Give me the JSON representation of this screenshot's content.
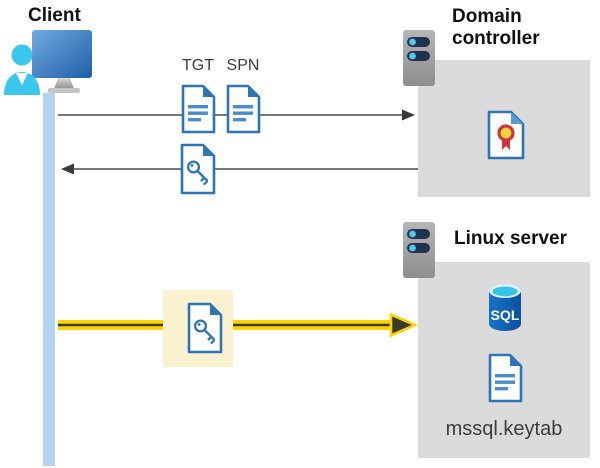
{
  "client": {
    "label": "Client",
    "icon": "user-workstation-icon"
  },
  "domain_controller": {
    "label": "Domain controller",
    "icon": "server-icon",
    "content_icon": "certificate-icon"
  },
  "linux_server": {
    "label": "Linux server",
    "icon": "server-icon",
    "sql_label": "SQL",
    "database_icon": "sql-database-icon",
    "keytab_icon": "document-icon",
    "keytab_filename": "mssql.keytab"
  },
  "tickets": {
    "tgt": "TGT",
    "spn": "SPN",
    "request_icon": "document-icon",
    "response_icon": "key-file-icon",
    "auth_icon": "key-file-icon"
  },
  "colors": {
    "doc_border_blue": "#2e75b6",
    "doc_line_blue": "#4a8ccc",
    "person_cyan": "#3bc7ec",
    "monitor_blue_light": "#71abe1",
    "monitor_blue_dark": "#1f5ea8",
    "lifeline_blue": "#b5d3f2",
    "box_gray": "#dbdbdb",
    "server_gray": "#a8a8a8",
    "server_navy": "#1f3250",
    "server_dot_cyan": "#56c7ec",
    "arrow_gray": "#4a4a4a",
    "kerberos_yellow": "#ffd400",
    "arrow_core_dark": "#3a3a2e",
    "highlight_yellow": "#faf2ce",
    "cert_red": "#d13438",
    "cert_gold": "#ffd23b",
    "sql_body_blue": "#1262b4",
    "sql_top_cyan": "#35c4e8"
  }
}
